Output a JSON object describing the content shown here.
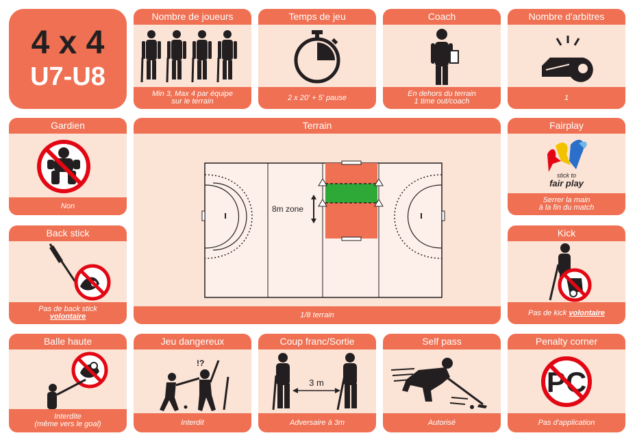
{
  "title": {
    "format": "4 x 4",
    "age": "U7-U8"
  },
  "cards": {
    "players": {
      "title": "Nombre de joueurs",
      "text1": "Min 3, Max 4 par équipe",
      "text2": "sur le terrain"
    },
    "time": {
      "title": "Temps de jeu",
      "text1": "2 x 20' + 5' pause"
    },
    "coach": {
      "title": "Coach",
      "text1": "En dehors du terrain",
      "text2": "1 time out/coach"
    },
    "referees": {
      "title": "Nombre d'arbitres",
      "text1": "1"
    },
    "goalkeeper": {
      "title": "Gardien",
      "text1": "Non"
    },
    "field": {
      "title": "Terrain",
      "text1": "1/8 terrain",
      "zone_label": "8m zone"
    },
    "fairplay": {
      "title": "Fairplay",
      "logo_text1": "stick to",
      "logo_text2": "fair play",
      "text1": "Serrer la main",
      "text2": "à la fin du match"
    },
    "backstick": {
      "title": "Back stick",
      "text1": "Pas de back stick",
      "text2": "volontaire"
    },
    "kick": {
      "title": "Kick",
      "text1": "Pas de kick ",
      "text2": "volontaire"
    },
    "highball": {
      "title": "Balle haute",
      "text1": "Interdite",
      "text2": "(même vers le goal)"
    },
    "danger": {
      "title": "Jeu dangereux",
      "text1": "Interdit",
      "exclaim": "!?"
    },
    "freehit": {
      "title": "Coup franc/Sortie",
      "text1": "Adversaire à 3m",
      "distance": "3 m"
    },
    "selfpass": {
      "title": "Self pass",
      "text1": "Autorisé"
    },
    "penalty": {
      "title": "Penalty corner",
      "text1": "Pas d'application",
      "sign": "PC"
    }
  },
  "colors": {
    "accent": "#ef7052",
    "panel": "#fbe3d6",
    "ink": "#231f20",
    "prohibit": "#e30613",
    "green": "#2ea836"
  }
}
